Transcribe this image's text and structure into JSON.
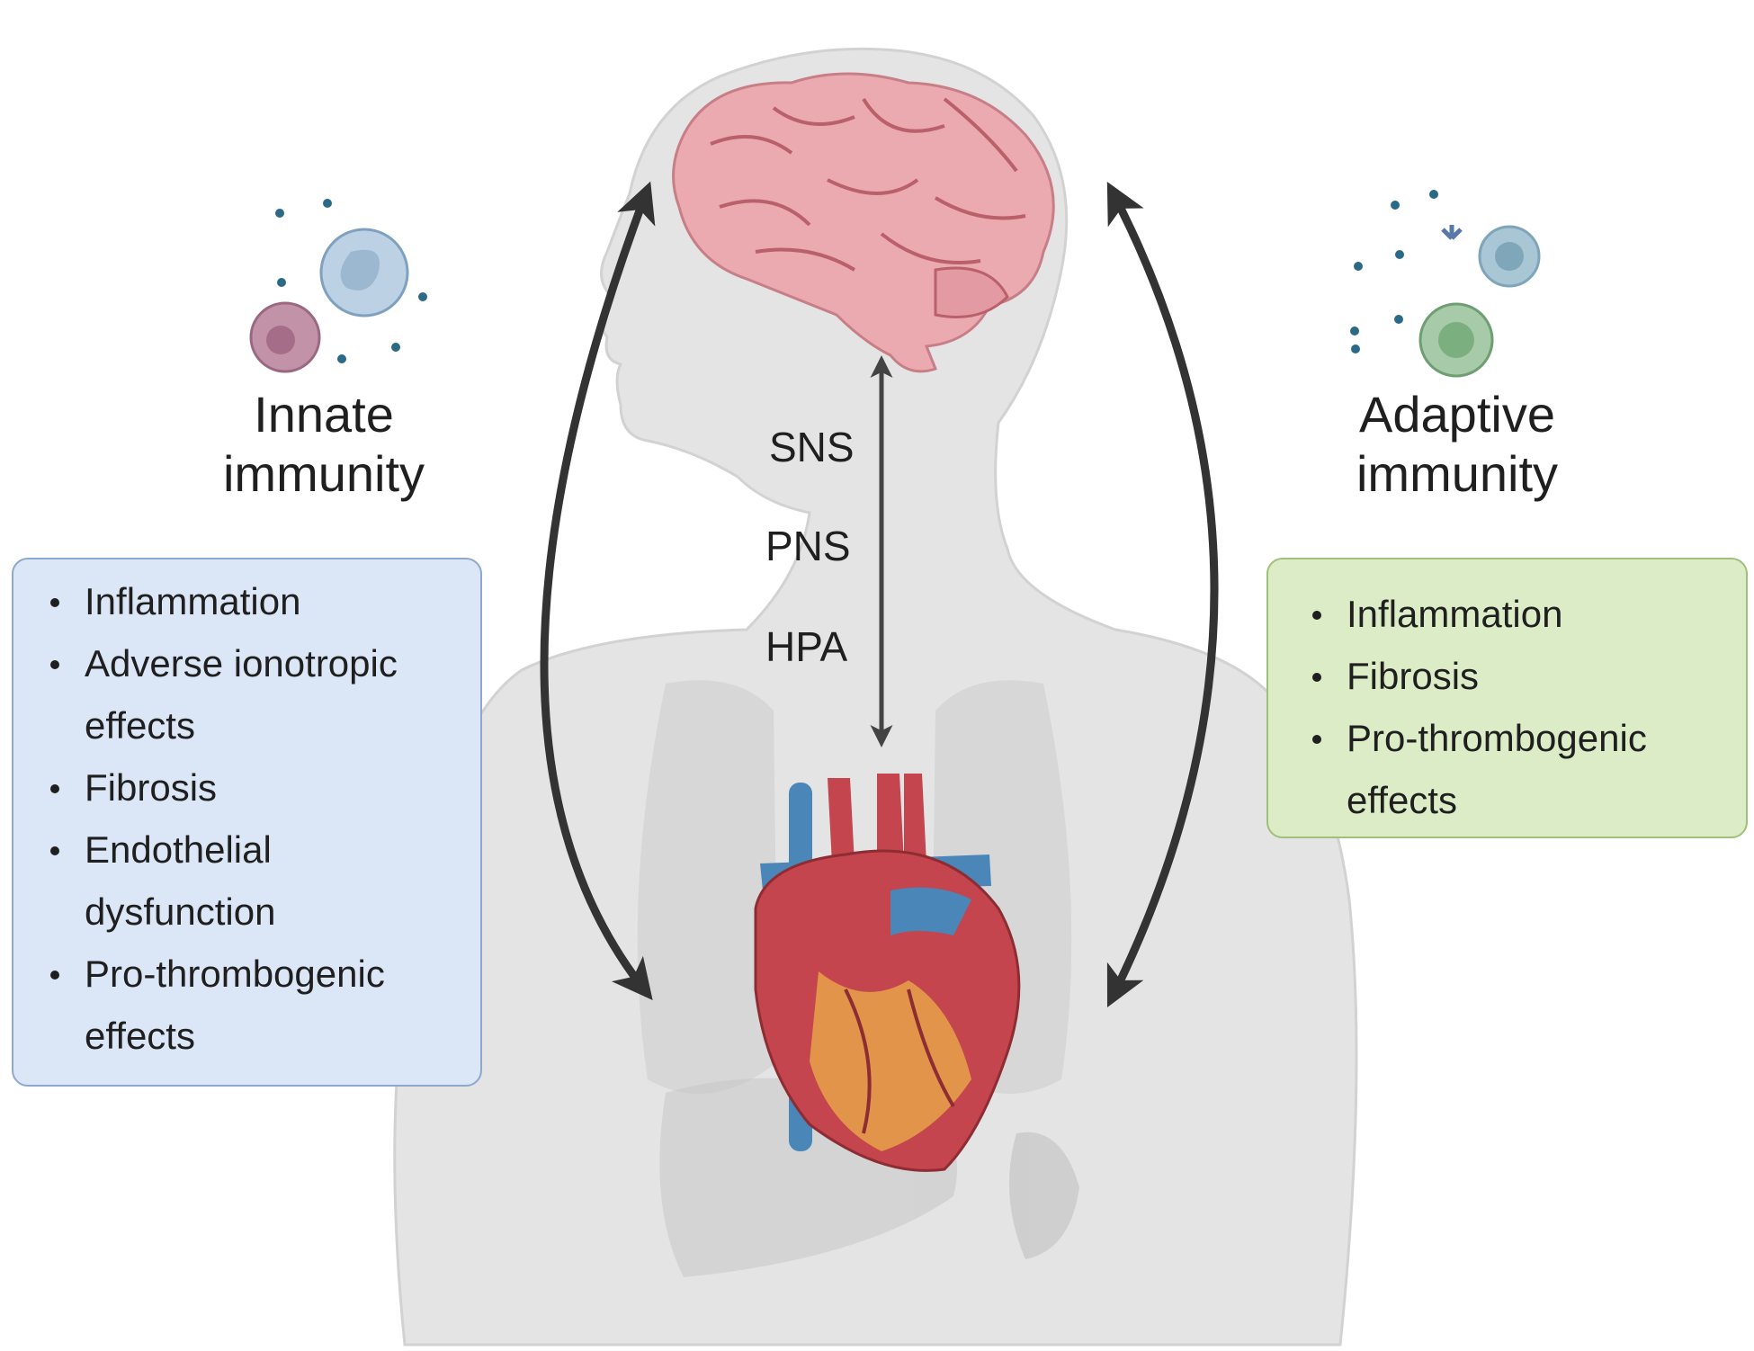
{
  "innate": {
    "title_line1": "Innate",
    "title_line2": "immunity",
    "items": [
      {
        "line1": "Inflammation",
        "line2": ""
      },
      {
        "line1": "Adverse ionotropic",
        "line2": "effects"
      },
      {
        "line1": "Fibrosis",
        "line2": ""
      },
      {
        "line1": "Endothelial",
        "line2": "dysfunction"
      },
      {
        "line1": "Pro-thrombogenic",
        "line2": "effects"
      }
    ]
  },
  "adaptive": {
    "title_line1": "Adaptive",
    "title_line2": "immunity",
    "items": [
      {
        "line1": "Inflammation",
        "line2": ""
      },
      {
        "line1": "Fibrosis",
        "line2": ""
      },
      {
        "line1": "Pro-thrombogenic",
        "line2": "effects"
      }
    ]
  },
  "pathways": {
    "sns": "SNS",
    "pns": "PNS",
    "hpa": "HPA"
  },
  "colors": {
    "body_silhouette": "#e4e4e4",
    "brain": "#e9a6ad",
    "heart": "#c4454d",
    "vessels_blue": "#4a86b8",
    "innate_box_fill": "#dbe6f6",
    "adaptive_box_fill": "#dcecc6",
    "arrow": "#333333"
  }
}
